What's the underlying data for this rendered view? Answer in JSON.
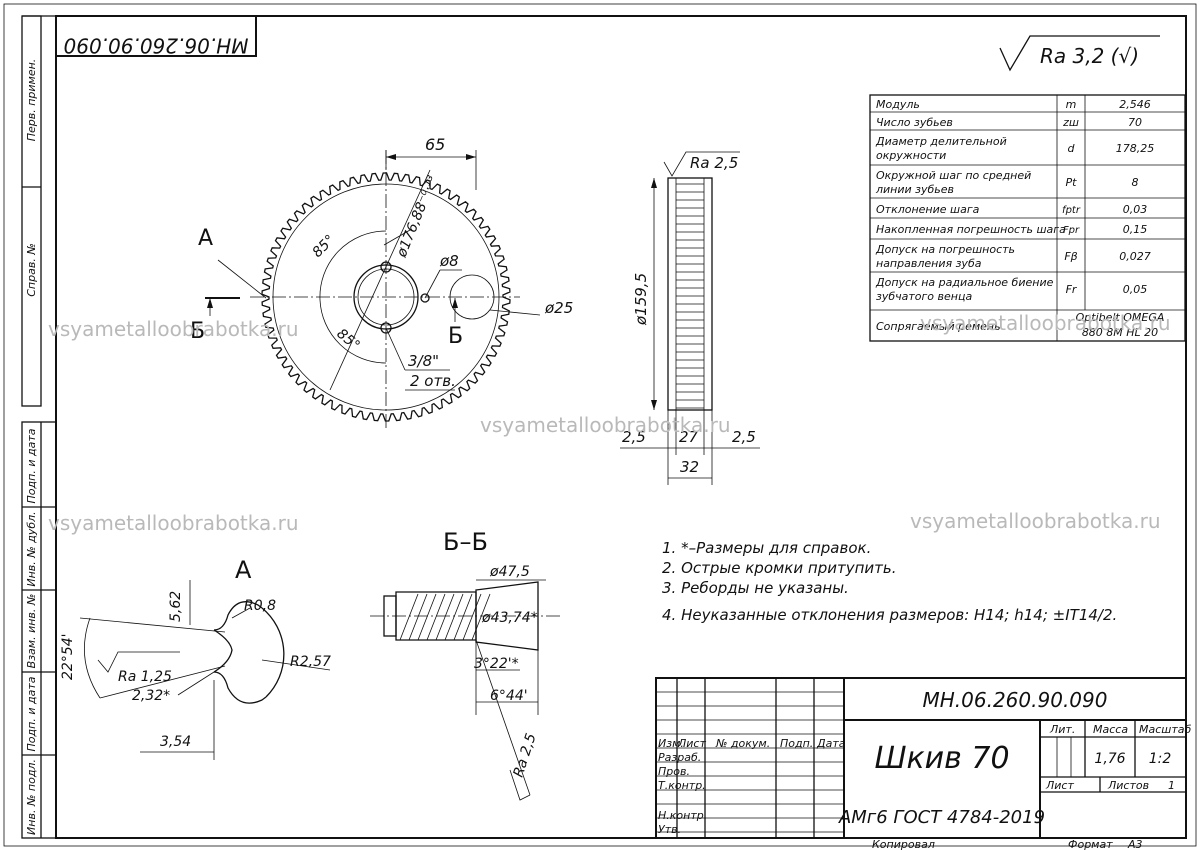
{
  "frame": {
    "side_labels": [
      "Перв. примен.",
      "Справ. №",
      "Подп. и дата",
      "Инв. № дубл.",
      "Взам. инв. №",
      "Подп. и дата",
      "Инв. № подл."
    ],
    "mirrored_designation": "МН.06.260.90.090"
  },
  "surface_roughness": {
    "general": "Ra 3,2 (√)",
    "teeth_face": "Ra 2,5",
    "groove": "Ra 1,25",
    "hub": "Ra 2,5"
  },
  "parameters_table": {
    "rows": [
      {
        "name": "Модуль",
        "symbol": "m",
        "value": "2,546"
      },
      {
        "name": "Число зубьев",
        "symbol": "zш",
        "value": "70"
      },
      {
        "name": "Диаметр делительной окружности",
        "name_lines": [
          "Диаметр делительной",
          "окружности"
        ],
        "symbol": "d",
        "value": "178,25"
      },
      {
        "name": "Окружной шаг по средней линии зубьев",
        "name_lines": [
          "Окружной шаг по средней",
          "линии зубьев"
        ],
        "symbol": "Pt",
        "value": "8"
      },
      {
        "name": "Отклонение шага",
        "symbol": "fptr",
        "value": "0,03"
      },
      {
        "name": "Накопленная погрешность шага",
        "symbol": "Fpr",
        "value": "0,15"
      },
      {
        "name": "Допуск на погрешность направления зуба",
        "name_lines": [
          "Допуск на погрешность",
          "направления зуба"
        ],
        "symbol": "Fβ",
        "value": "0,027"
      },
      {
        "name": "Допуск на радиальное биение зубчатого венца",
        "name_lines": [
          "Допуск на радиальное биение",
          "зубчатого венца"
        ],
        "symbol": "Fr",
        "value": "0,05"
      },
      {
        "name": "Сопрягаемый ремень",
        "symbol": "",
        "value": "Optibelt OMEGA 880 8M HL 20",
        "value_lines": [
          "Optibelt OMEGA",
          "880 8M HL 20"
        ]
      }
    ]
  },
  "front_view": {
    "section_letter": "А",
    "cut_letter": "Б",
    "dim_65": "65",
    "dim_pitch_dia": "ø176,88⁻⁰·¹³",
    "angle_top": "85°",
    "angle_bottom": "85°",
    "dim_pin": "ø8",
    "dim_hub": "ø25",
    "thread": "3/8\"",
    "holes": "2 отв."
  },
  "side_view": {
    "dim_dia": "ø159,5",
    "dim_left": "2,5",
    "dim_mid": "27",
    "dim_right": "2,5",
    "dim_total": "32"
  },
  "detail_a": {
    "title": "А",
    "dim_562": "5,62",
    "dim_r08": "R0,8",
    "angle": "22°54'",
    "dim_r257": "R2,57",
    "dim_232": "2,32*",
    "dim_354": "3,54"
  },
  "section_bb": {
    "title": "Б–Б",
    "dim_475": "ø47,5",
    "dim_4374": "ø43,74*",
    "angle_1": "3°22'*",
    "angle_2": "6°44'"
  },
  "notes": [
    "1. *–Размеры для справок.",
    "2. Острые кромки притупить.",
    "3. Реборды не указаны.",
    "4. Неуказанные отклонения размеров: H14; h14; ±IT14/2."
  ],
  "title_block": {
    "designation": "МН.06.260.90.090",
    "name": "Шкив 70",
    "material": "АМг6  ГОСТ 4784-2019",
    "col_izm": "Изм.",
    "col_list": "Лист",
    "col_doc": "№ докум.",
    "col_sign": "Подп.",
    "col_date": "Дата",
    "role_razrab": "Разраб.",
    "role_prov": "Пров.",
    "role_tkontr": "Т.контр.",
    "role_nkontr": "Н.контр.",
    "role_utv": "Утв.",
    "lit_label": "Лит.",
    "mass_label": "Масса",
    "scale_label": "Масштаб",
    "mass": "1,76",
    "scale": "1:2",
    "sheet_label": "Лист",
    "sheets_label": "Листов",
    "sheets": "1",
    "copied": "Копировал",
    "format_label": "Формат",
    "format": "А3"
  },
  "watermark": {
    "text": "vsyametalloobrabotka.ru"
  }
}
